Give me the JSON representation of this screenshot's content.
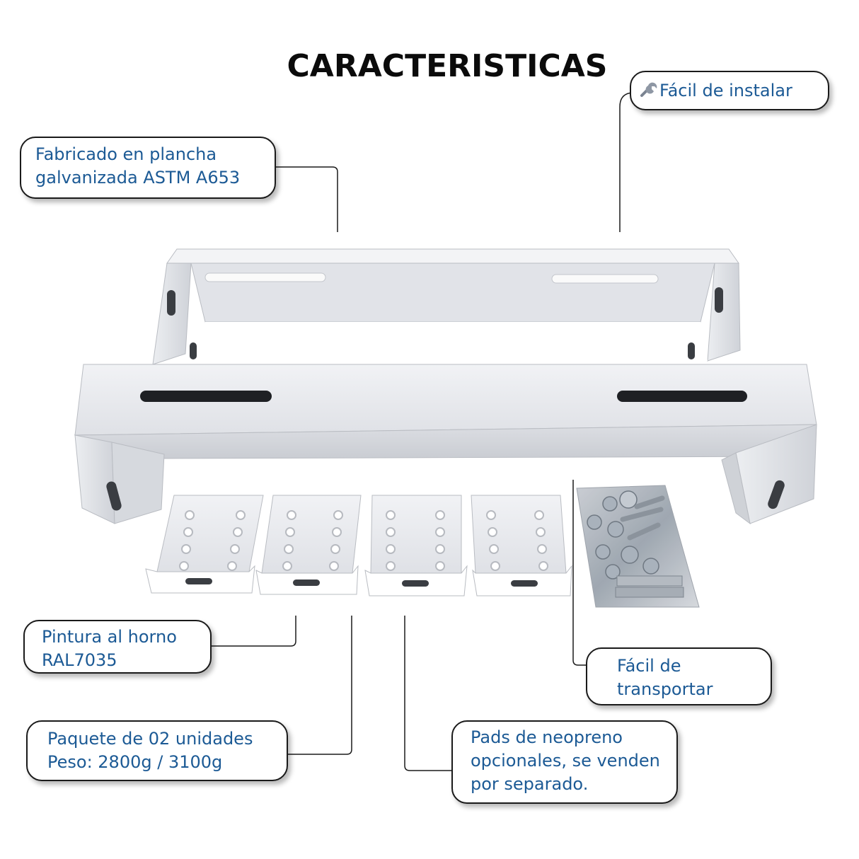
{
  "title": "CARACTERISTICAS",
  "callouts": {
    "material": {
      "line1": "Fabricado en plancha",
      "line2": "galvanizada ASTM A653"
    },
    "install": {
      "icon": "wrench-icon",
      "text": "Fácil de instalar"
    },
    "paint": {
      "line1": "Pintura al horno",
      "line2": "RAL7035"
    },
    "transport": {
      "line1": "Fácil de",
      "line2": "transportar"
    },
    "package": {
      "line1": "Paquete de 02 unidades",
      "line2": "Peso: 2800g / 3100g"
    },
    "pads": {
      "line1": "Pads de neopreno",
      "line2": "opcionales, se venden",
      "line3": "por separado."
    }
  },
  "colors": {
    "text": "#1c5a95",
    "metal": "#e6e8ec",
    "metal_shadow": "#c4c7cd",
    "outline": "#1a1a1a"
  }
}
